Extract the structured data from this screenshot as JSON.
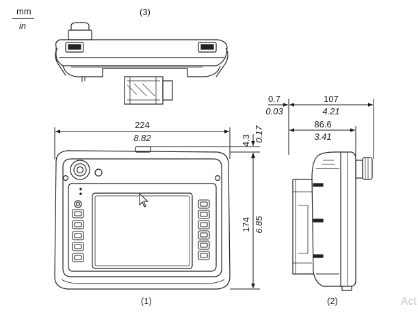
{
  "units": {
    "primary": "mm",
    "secondary": "in"
  },
  "views": {
    "top": {
      "label": "(3)"
    },
    "front": {
      "label": "(1)"
    },
    "side": {
      "label": "(2)"
    }
  },
  "dimensions": {
    "front_width": {
      "mm": "224",
      "in": "8.82"
    },
    "front_height": {
      "mm": "174",
      "in": "6.85"
    },
    "front_protrusion": {
      "mm": "4.3",
      "in": "0.17"
    },
    "side_offset": {
      "mm": "0.7",
      "in": "0.03"
    },
    "side_depth": {
      "mm": "107",
      "in": "4.21"
    },
    "side_body_depth": {
      "mm": "86.6",
      "in": "3.41"
    }
  },
  "watermark": "Act"
}
